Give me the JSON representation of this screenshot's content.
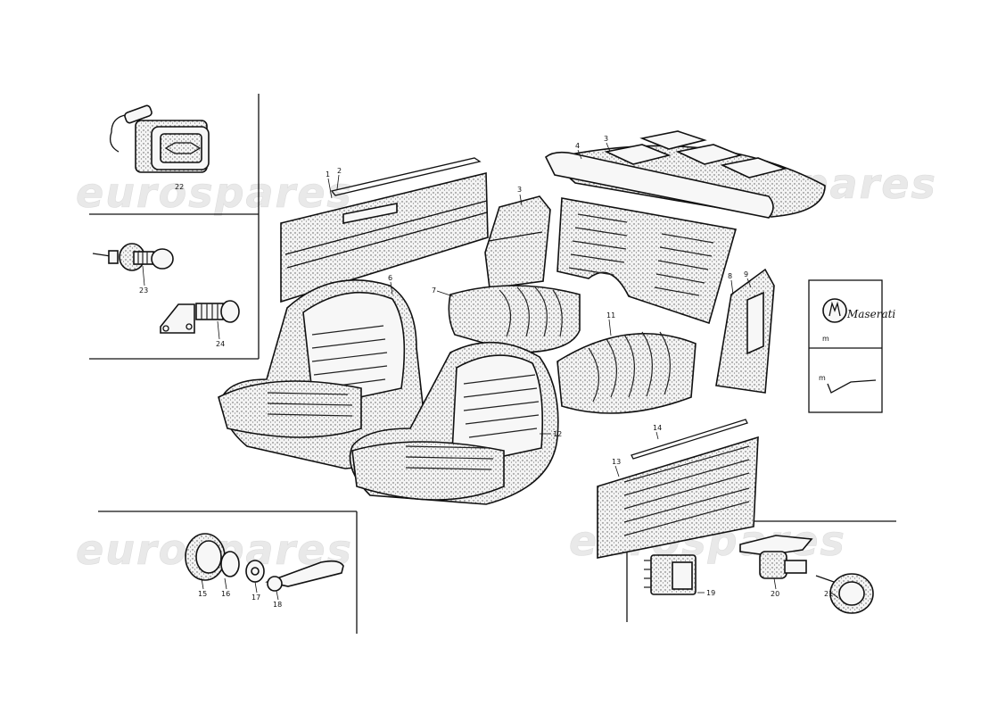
{
  "watermark": "eurospares",
  "callouts": {
    "n1": "1",
    "n2": "2",
    "n3a": "3",
    "n3b": "3",
    "n4": "4",
    "n6": "6",
    "n7": "7",
    "n8": "8",
    "n9": "9",
    "n11": "11",
    "n12": "12",
    "n13": "13",
    "n14": "14",
    "n15": "15",
    "n16": "16",
    "n17": "17",
    "n18": "18",
    "n19": "19",
    "n20": "20",
    "n21": "21",
    "n22": "22",
    "n23": "23",
    "n24": "24",
    "nm1": "m",
    "nm2": "m"
  },
  "badge_script": "Maserati"
}
